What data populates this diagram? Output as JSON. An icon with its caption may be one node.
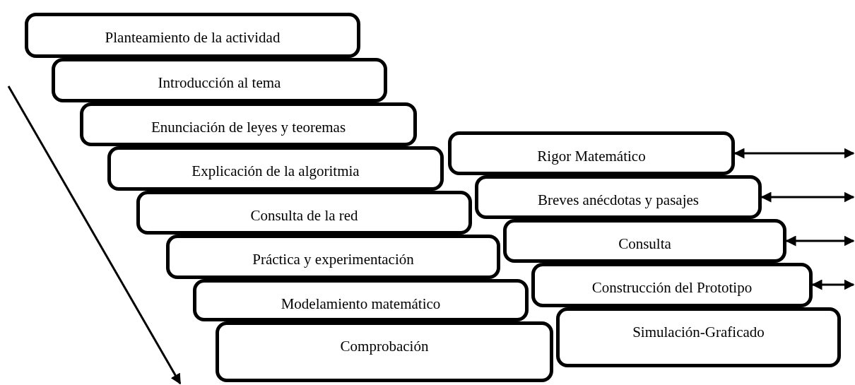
{
  "diagram": {
    "nodes": [
      {
        "text": [
          "Planteamiento de la actividad"
        ]
      },
      {
        "text": [
          "Introducción al tema"
        ]
      },
      {
        "text": [
          "Enunciación de leyes y teoremas"
        ]
      },
      {
        "text": [
          "Explicación de la algoritmia"
        ]
      },
      {
        "text": [
          "Consulta de la red"
        ]
      },
      {
        "text": [
          "Práctica y experimentación"
        ]
      },
      {
        "text": [
          "Modelamiento matemático"
        ]
      },
      {
        "text": [
          "Comprobación"
        ]
      },
      {
        "text": [
          "Rigor Matemático"
        ]
      },
      {
        "text": [
          "Breves anécdotas y pasajes"
        ]
      },
      {
        "text": [
          "Consulta"
        ]
      },
      {
        "text": [
          "Construcción del Prototipo"
        ]
      },
      {
        "text": [
          "Simulación-Graficado"
        ]
      }
    ],
    "edges": [
      {
        "from": 8,
        "to": null,
        "arrow": "both"
      },
      {
        "from": 9,
        "to": null,
        "arrow": "both"
      },
      {
        "from": 10,
        "to": null,
        "arrow": "both"
      },
      {
        "from": 11,
        "to": null,
        "arrow": "both"
      }
    ]
  }
}
